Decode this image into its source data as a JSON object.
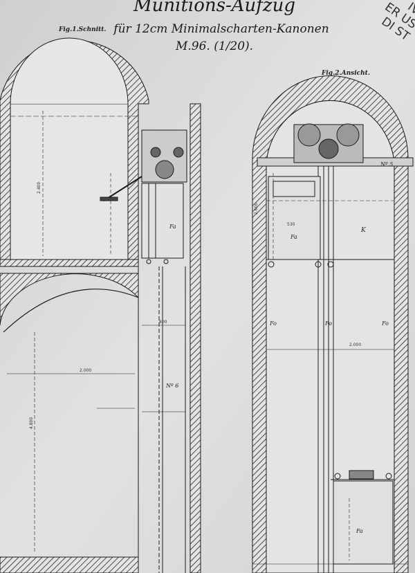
{
  "title": {
    "line1": "Munitions-Aufzug",
    "line2": "für 12cm Minimalscharten-Kanonen",
    "line3": "M.96. (1/20)."
  },
  "figures": {
    "fig1": "Fig.1.Schnitt.",
    "fig2": "Fig.2.Ansicht."
  },
  "stamp": [
    "IVIO",
    "ER USO",
    "DI ST"
  ],
  "labels": {
    "fa": "Fa",
    "fo": "Fo",
    "k": "K",
    "no5": "Nº 5",
    "no6": "Nº 6"
  },
  "dimensions": {
    "d1": "2.400",
    "d2": "2.000",
    "d3": "4.800",
    "d4": "2.600",
    "d5": "800",
    "d6": "530"
  },
  "colors": {
    "paper": "#d9d9d9",
    "ink": "#1a1a1a"
  }
}
